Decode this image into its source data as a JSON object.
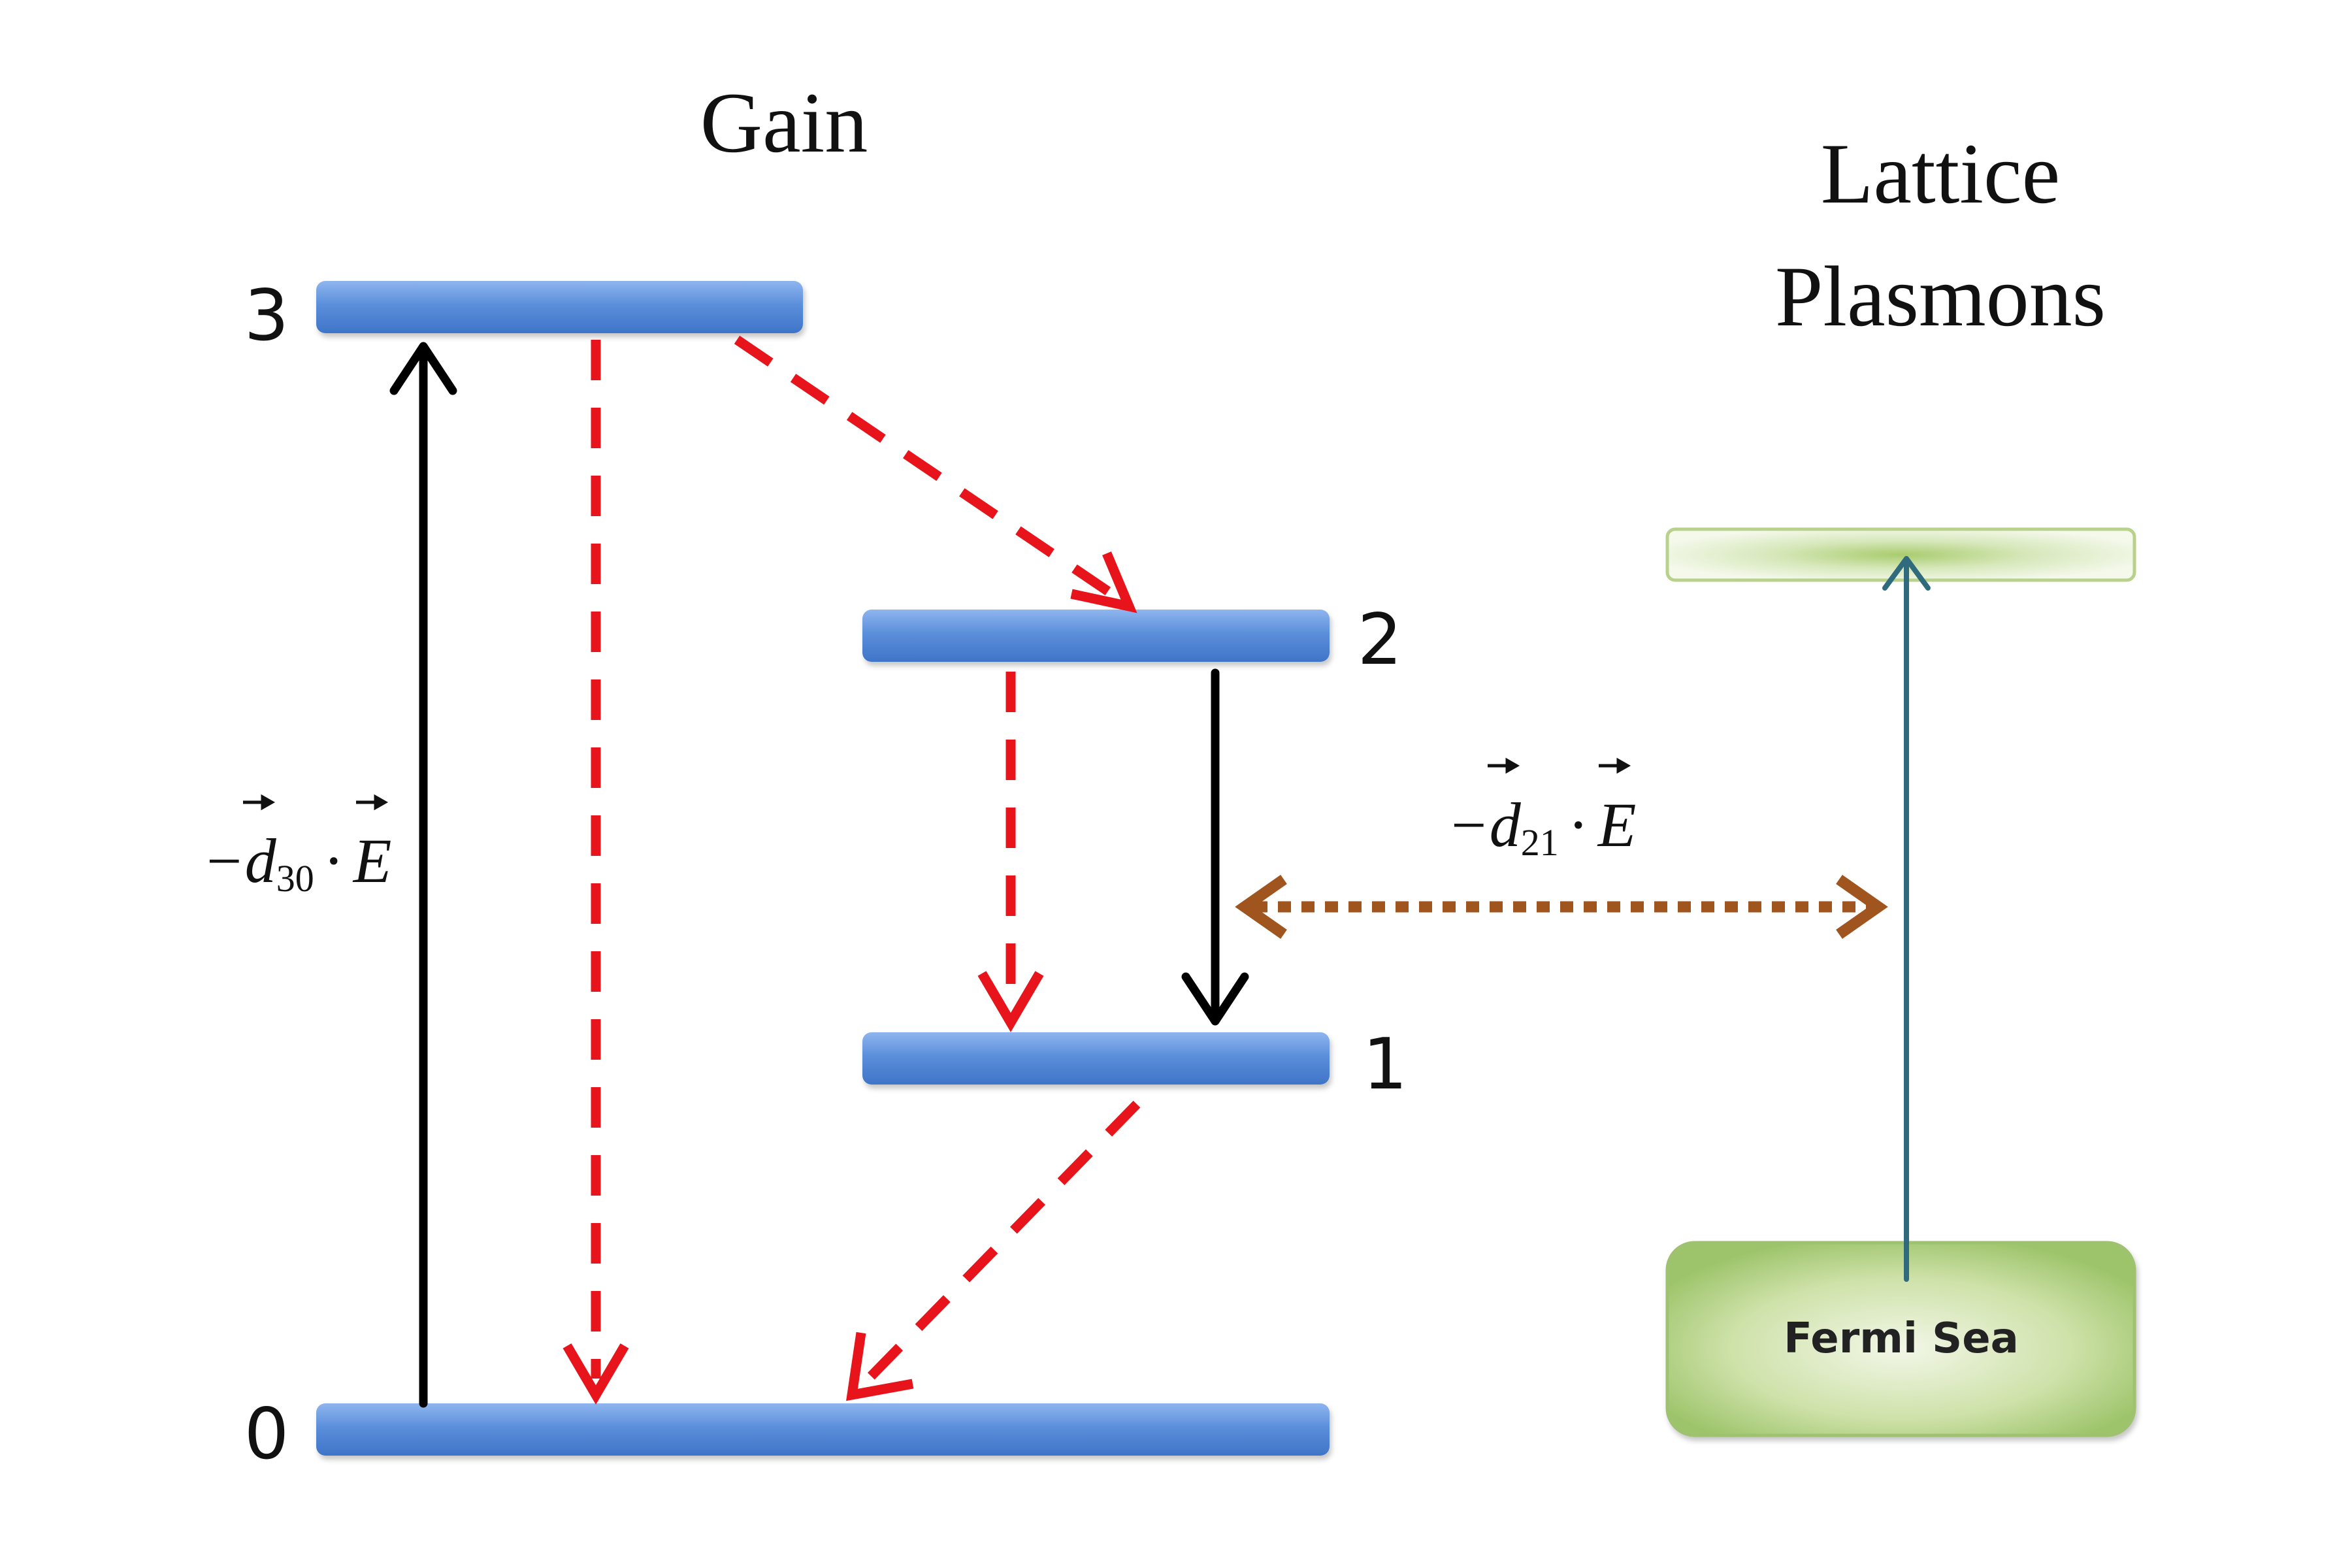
{
  "gain": {
    "title": "Gain",
    "levels": {
      "l3": "3",
      "l2": "2",
      "l1": "1",
      "l0": "0"
    },
    "pump_label": {
      "prefix": "−",
      "vec": "d",
      "sub": "30",
      "dot": "·",
      "field": "E"
    }
  },
  "plasmons": {
    "title_line1": "Lattice",
    "title_line2": "Plasmons",
    "fermi_label": "Fermi Sea"
  },
  "coupling_label": {
    "prefix": "−",
    "vec": "d",
    "sub": "21",
    "dot": "·",
    "field": "E"
  },
  "colors": {
    "level_bar": "#5b8fdb",
    "radiative_arrow": "#000000",
    "nonradiative_arrow": "#e8141b",
    "coupling_arrow": "#a0541e",
    "plasmon_arrow": "#2f6b7d",
    "plasmon_fill": "#b9d48a"
  }
}
